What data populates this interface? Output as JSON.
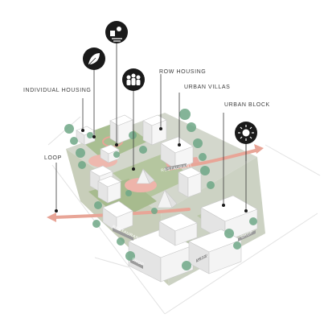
{
  "labels": {
    "individual_housing": "INDIVIDUAL HOUSING",
    "row_housing": "ROW HOUSING",
    "urban_villas": "URBAN VILLAS",
    "urban_block": "URBAN BLOCK",
    "loop": "LOOP"
  },
  "shop_signs": [
    "SHOP",
    "CAFE",
    "SHOP",
    "RESTAURANT",
    "RESTAURANT"
  ],
  "icons": [
    "leaf-icon",
    "bee-garden-icon",
    "people-icon",
    "sun-icon"
  ],
  "colors": {
    "ground": "#cdd3c3",
    "green": "#a9bf92",
    "trees": "#6fa887",
    "plaza": "#e9a9a0",
    "arrow": "#e8a597",
    "building": "#f3f3f3",
    "icon_bg": "#1a1a1a"
  }
}
